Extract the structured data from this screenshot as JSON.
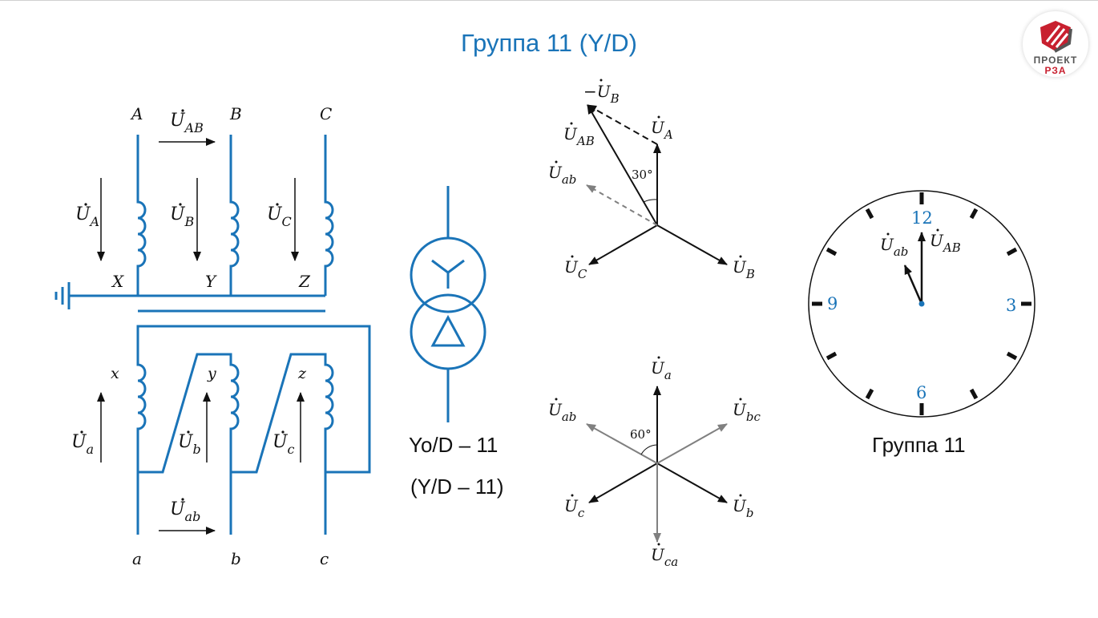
{
  "title": "Группа 11 (Y/D)",
  "logo": {
    "line1": "ПРОЕКТ",
    "line2": "РЗА"
  },
  "colors": {
    "accent": "#1a74b8",
    "ink": "#111111",
    "grey": "#808080",
    "logo_red": "#c8202f"
  },
  "schematic": {
    "primary_terminals": [
      "A",
      "B",
      "C"
    ],
    "primary_ends": [
      "X",
      "Y",
      "Z"
    ],
    "secondary_starts": [
      "x",
      "y",
      "z"
    ],
    "secondary_terminals": [
      "a",
      "b",
      "c"
    ],
    "primary_line_voltage": {
      "sym": "U",
      "sub": "AB"
    },
    "primary_phase_voltages": [
      {
        "sym": "U",
        "sub": "A"
      },
      {
        "sym": "U",
        "sub": "B"
      },
      {
        "sym": "U",
        "sub": "C"
      }
    ],
    "secondary_phase_voltages": [
      {
        "sym": "U",
        "sub": "a"
      },
      {
        "sym": "U",
        "sub": "b"
      },
      {
        "sym": "U",
        "sub": "c"
      }
    ],
    "secondary_line_voltage": {
      "sym": "U",
      "sub": "ab"
    }
  },
  "symbol": {
    "caption1": "Yo/D – 11",
    "caption2": "(Y/D – 11)"
  },
  "phasor_primary": {
    "labels": {
      "minus_b": {
        "prefix": "−",
        "sym": "U",
        "sub": "B"
      },
      "a": {
        "sym": "U",
        "sub": "A"
      },
      "ab": {
        "sym": "U",
        "sub": "AB"
      },
      "ab_secondary": {
        "sym": "U",
        "sub": "ab"
      },
      "c": {
        "sym": "U",
        "sub": "C"
      },
      "b": {
        "sym": "U",
        "sub": "B"
      }
    },
    "angle": "30°"
  },
  "phasor_secondary": {
    "labels": {
      "a": {
        "sym": "U",
        "sub": "a"
      },
      "ab": {
        "sym": "U",
        "sub": "ab"
      },
      "bc": {
        "sym": "U",
        "sub": "bc"
      },
      "c": {
        "sym": "U",
        "sub": "c"
      },
      "b": {
        "sym": "U",
        "sub": "b"
      },
      "ca": {
        "sym": "U",
        "sub": "ca"
      }
    },
    "angle": "60°"
  },
  "clock": {
    "numbers": [
      "12",
      "3",
      "6",
      "9"
    ],
    "hand_labels": {
      "ab": {
        "sym": "U",
        "sub": "ab"
      },
      "AB": {
        "sym": "U",
        "sub": "AB"
      }
    },
    "caption": "Группа 11"
  }
}
